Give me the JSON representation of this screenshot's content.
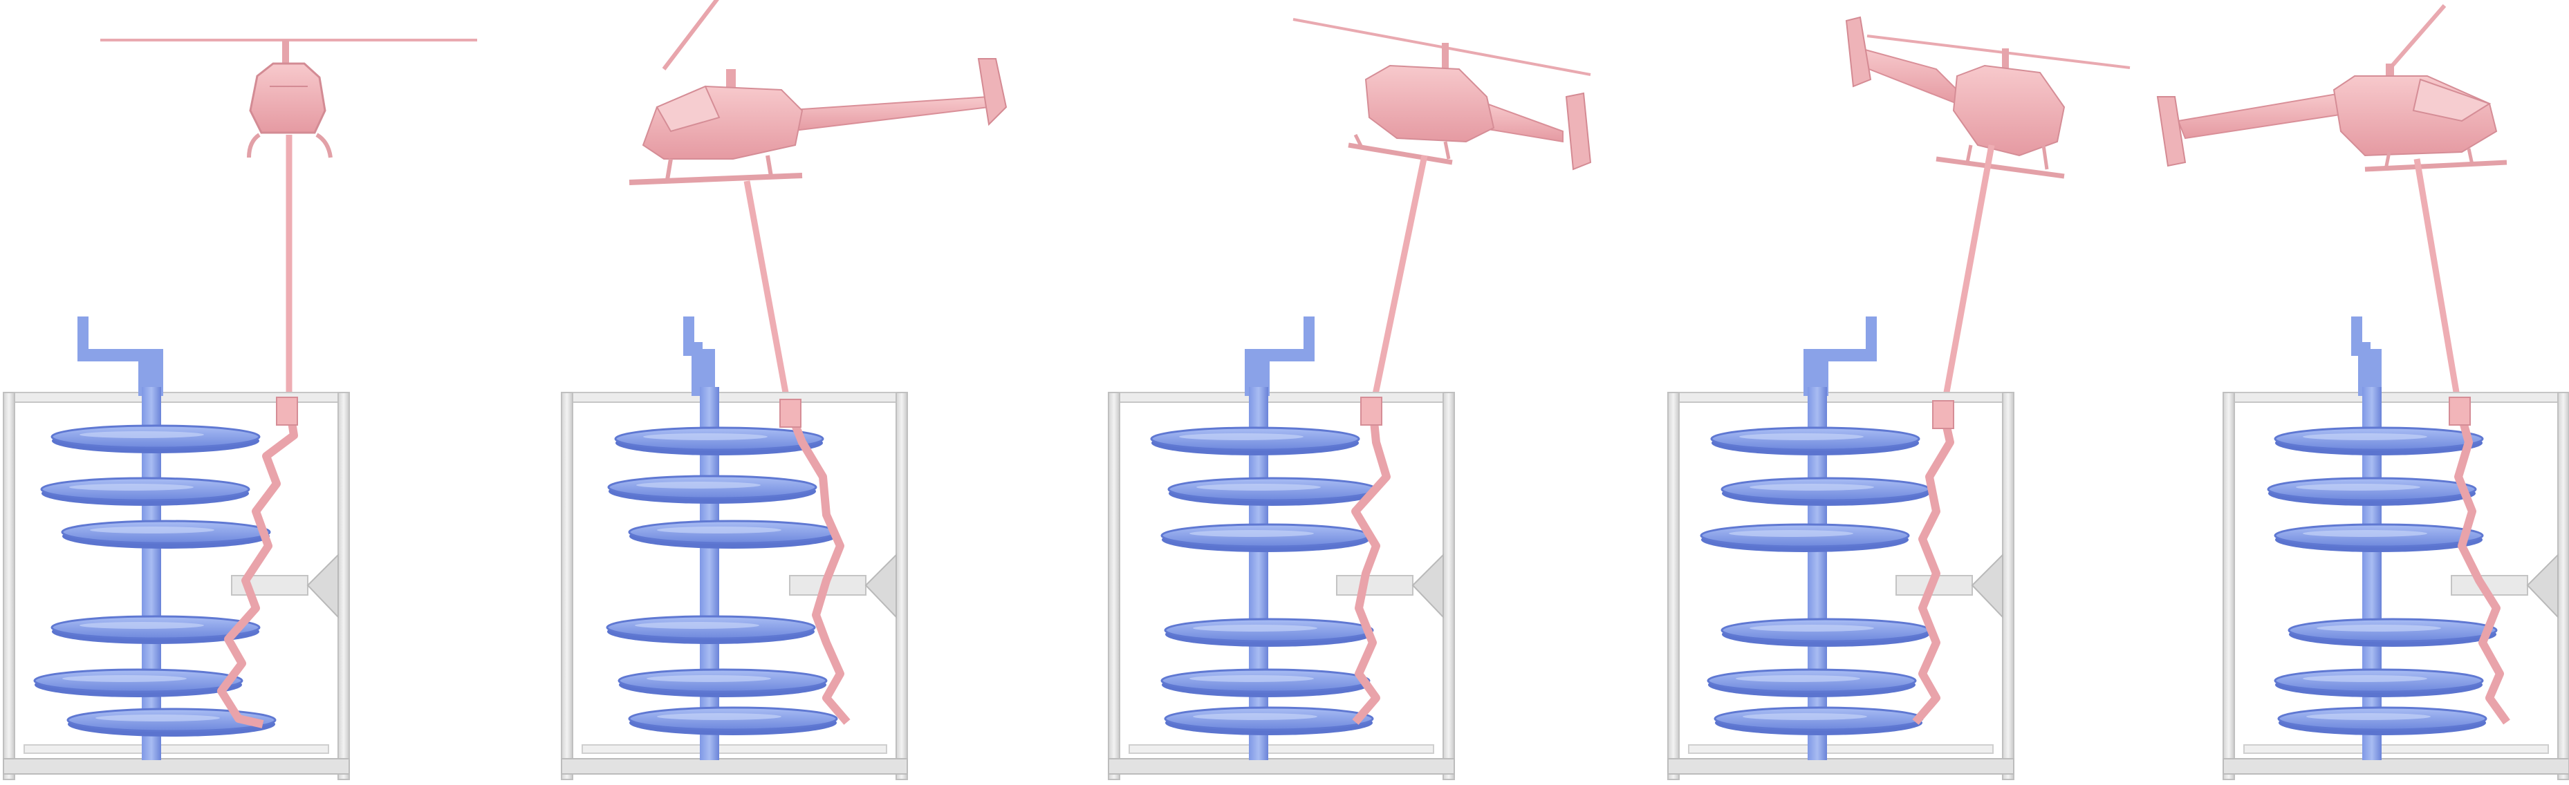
{
  "figure": {
    "panel_count": 5,
    "colors": {
      "background": "#ffffff",
      "helicopter": "#f2b5b9",
      "helicopter_shade": "#e39aa1",
      "cable": "#f0aeb4",
      "cable_dark": "#d88b94",
      "spiral_object": "#8ea7ec",
      "spiral_object_dark": "#5f79d6",
      "frame": "#e6e6e6",
      "frame_dark": "#bfbfbf"
    },
    "icons": [
      "helicopter",
      "slung-cable",
      "spiral-fin-object",
      "support-frame"
    ]
  }
}
